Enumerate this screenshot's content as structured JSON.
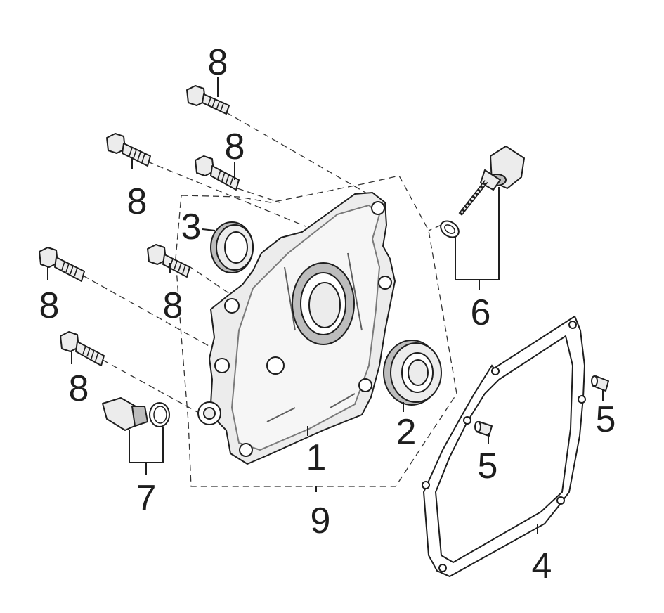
{
  "callouts": {
    "c1": "1",
    "c2": "2",
    "c3": "3",
    "c4": "4",
    "c5a": "5",
    "c5b": "5",
    "c6": "6",
    "c7": "7",
    "c8a": "8",
    "c8b": "8",
    "c8c": "8",
    "c8d": "8",
    "c8e": "8",
    "c8f": "8",
    "c9": "9"
  },
  "colors": {
    "line": "#1e1e1e",
    "fill": "#ececec",
    "shade": "#bdbdbd"
  }
}
